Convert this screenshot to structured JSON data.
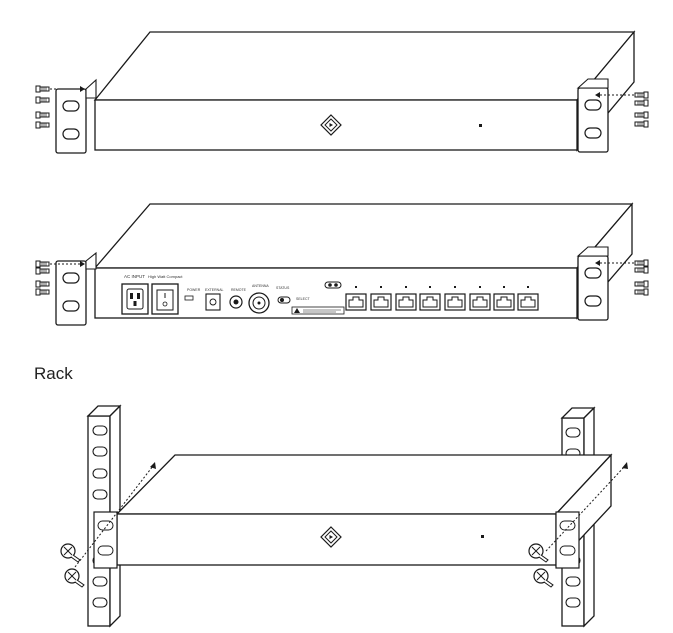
{
  "rack_label": "Rack",
  "rear_panel": {
    "model_text": "AC INPUT",
    "subtitle_text": "High Watt Compact",
    "io_labels": [
      "POWER",
      "EXTERNAL",
      "REMOTE",
      "ANTENNA",
      "STATUS",
      "SELECT"
    ],
    "port_count": 8
  },
  "colors": {
    "line": "#1a1a1a",
    "fill": "#ffffff",
    "background": "#ffffff"
  }
}
